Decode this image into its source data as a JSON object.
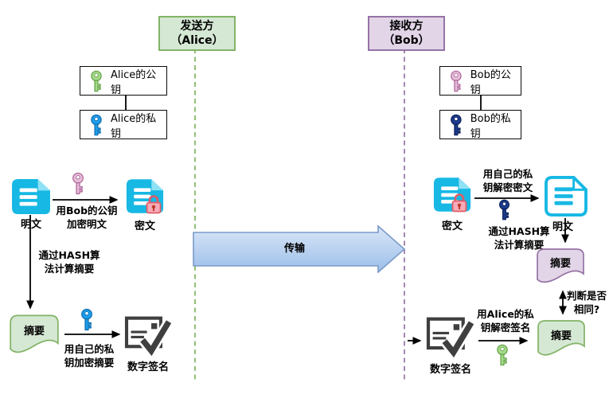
{
  "colors": {
    "sender_fill": "#d5e8d4",
    "sender_border": "#82b366",
    "receiver_fill": "#e1d5e7",
    "receiver_border": "#9673a6",
    "dashed_sender": "#7cb55f",
    "dashed_receiver": "#9673a6",
    "doc_fill": "#17b8e4",
    "doc_fold": "#8fe1f5",
    "lock_fill": "#f8aab8",
    "lock_stroke": "#e05c66",
    "lock_keyhole": "#c0392b",
    "key_green": "#a5d98a",
    "key_green_dark": "#63a147",
    "key_blue": "#1f9ce9",
    "key_blue_dark": "#0f6fb0",
    "key_pink": "#e4bdd8",
    "key_pink_dark": "#b0679c",
    "key_navy": "#1b3b8f",
    "key_navy_dark": "#0d2157",
    "digest_green_fill": "#d5e8d4",
    "digest_green_border": "#82b366",
    "digest_purple_fill": "#e1d5e7",
    "digest_purple_border": "#9673a6",
    "trans_fill_top": "#d9e6f8",
    "trans_fill_bottom": "#9cbfe9",
    "trans_border": "#7a9ac9",
    "signature_icon": "#3f3f3f"
  },
  "headers": {
    "sender": "发送方\n（Alice）",
    "receiver": "接收方\n（Bob）"
  },
  "keys": {
    "alice_public": "Alice的公钥",
    "alice_private": "Alice的私钥",
    "bob_public": "Bob的公钥",
    "bob_private": "Bob的私钥"
  },
  "sender_flow": {
    "plaintext_label": "明文",
    "encrypt_label": "用Bob的公钥\n加密明文",
    "ciphertext_label": "密文",
    "hash_label": "通过HASH算\n法计算摘要",
    "digest_label": "摘要",
    "sign_label": "用自己的私\n钥加密摘要",
    "signature_label": "数字签名"
  },
  "transmission": {
    "label": "传输"
  },
  "receiver_flow": {
    "ciphertext_label": "密文",
    "decrypt_label": "用自己的私\n钥解密密文",
    "plaintext_label": "明文",
    "hash_label": "通过HASH算\n法计算摘要",
    "digest_top_label": "摘要",
    "compare_label": "判断是否\n相同?",
    "digest_bottom_label": "摘要",
    "verify_label": "用Alice的私\n钥解密签名",
    "signature_label": "数字签名"
  }
}
